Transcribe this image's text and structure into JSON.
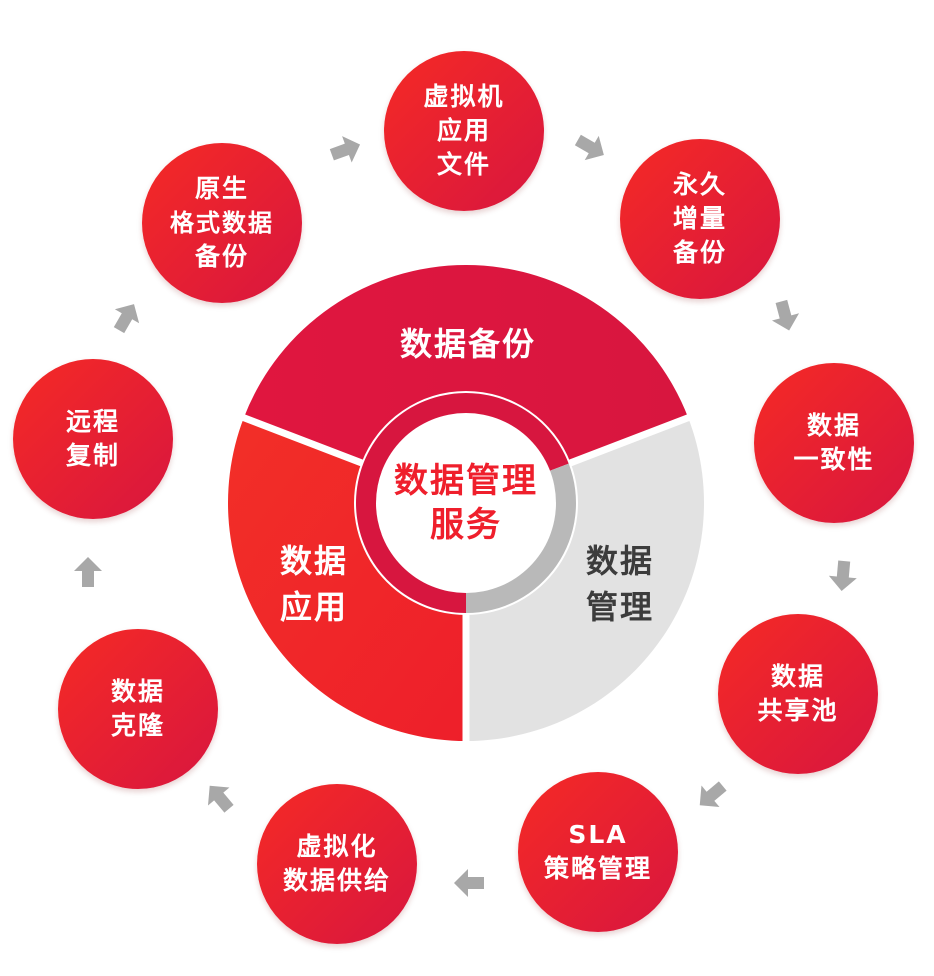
{
  "colors": {
    "red": "#ef1f2c",
    "red_dark": "#d7163f",
    "grey_segment": "#e2e2e2",
    "grey_ring": "#b9b9b9",
    "grey_text": "#3c3c3c",
    "arrow": "#a8a8a8",
    "white": "#ffffff"
  },
  "center": {
    "line1": "数据管理",
    "line2": "服务"
  },
  "segments": {
    "backup": {
      "line1": "数据备份"
    },
    "application": {
      "line1": "数据",
      "line2": "应用"
    },
    "management": {
      "line1": "数据",
      "line2": "管理"
    }
  },
  "cycle": [
    {
      "id": "vm-app-file",
      "lines": [
        "虚拟机",
        "应用",
        "文件"
      ]
    },
    {
      "id": "incremental-backup",
      "lines": [
        "永久",
        "增量",
        "备份"
      ]
    },
    {
      "id": "data-consistency",
      "lines": [
        "数据",
        "一致性"
      ]
    },
    {
      "id": "data-shared-pool",
      "lines": [
        "数据",
        "共享池"
      ]
    },
    {
      "id": "sla-policy",
      "lines": [
        "SLA",
        "策略管理"
      ]
    },
    {
      "id": "virtual-data-supply",
      "lines": [
        "虚拟化",
        "数据供给"
      ]
    },
    {
      "id": "data-clone",
      "lines": [
        "数据",
        "克隆"
      ]
    },
    {
      "id": "remote-replication",
      "lines": [
        "远程",
        "复制"
      ]
    },
    {
      "id": "native-format-backup",
      "lines": [
        "原生",
        "格式数据",
        "备份"
      ]
    }
  ]
}
